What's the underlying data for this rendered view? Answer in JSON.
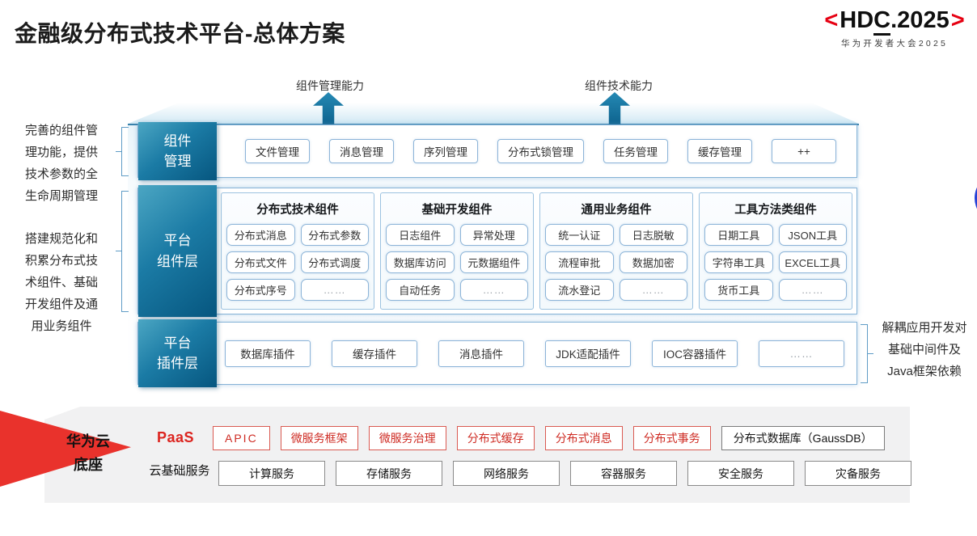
{
  "title": "金融级分布式技术平台-总体方案",
  "logo": {
    "angle_left": "<",
    "text_hd": "HD",
    "text_c": "C",
    "text_rest": ".2025",
    "angle_right": ">",
    "subtitle": "华为开发者大会2025"
  },
  "capability_arrows": {
    "left_label": "组件管理能力",
    "right_label": "组件技术能力"
  },
  "left_notes": {
    "note1": "完善的组件管\n理功能，提供\n技术参数的全\n生命周期管理",
    "note2": "搭建规范化和\n积累分布式技\n术组件、基础\n开发组件及通\n用业务组件"
  },
  "right_note": "解耦应用开发对\n基础中间件及\nJava框架依赖",
  "layers": {
    "component_mgmt": {
      "label": "组件\n管理",
      "chips": [
        "文件管理",
        "消息管理",
        "序列管理",
        "分布式锁管理",
        "任务管理",
        "缓存管理",
        "++"
      ]
    },
    "platform_components": {
      "label": "平台\n组件层",
      "columns": [
        {
          "title": "分布式技术组件",
          "chips": [
            "分布式消息",
            "分布式参数",
            "分布式文件",
            "分布式调度",
            "分布式序号",
            "……"
          ]
        },
        {
          "title": "基础开发组件",
          "chips": [
            "日志组件",
            "异常处理",
            "数据库访问",
            "元数据组件",
            "自动任务",
            "……"
          ]
        },
        {
          "title": "通用业务组件",
          "chips": [
            "统一认证",
            "日志脱敏",
            "流程审批",
            "数据加密",
            "流水登记",
            "……"
          ]
        },
        {
          "title": "工具方法类组件",
          "chips": [
            "日期工具",
            "JSON工具",
            "字符串工具",
            "EXCEL工具",
            "货币工具",
            "……"
          ]
        }
      ]
    },
    "platform_plugins": {
      "label": "平台\n插件层",
      "chips": [
        "数据库插件",
        "缓存插件",
        "消息插件",
        "JDK适配插件",
        "IOC容器插件",
        "……"
      ]
    }
  },
  "cloud_base": {
    "label": "华为云\n底座",
    "paas": {
      "label": "PaaS",
      "chips": [
        "APIC",
        "微服务框架",
        "微服务治理",
        "分布式缓存",
        "分布式消息",
        "分布式事务"
      ],
      "db_chip": "分布式数据库（GaussDB）"
    },
    "cloud_services": {
      "label": "云基础服务",
      "chips": [
        "计算服务",
        "存储服务",
        "网络服务",
        "容器服务",
        "安全服务",
        "灾备服务"
      ]
    }
  },
  "colors": {
    "accent_teal": "#06567f",
    "brand_red": "#e60012",
    "paas_red": "#ce2a22",
    "slab_blue": "#d2e9f4",
    "dot_blue": "#2742d6"
  }
}
